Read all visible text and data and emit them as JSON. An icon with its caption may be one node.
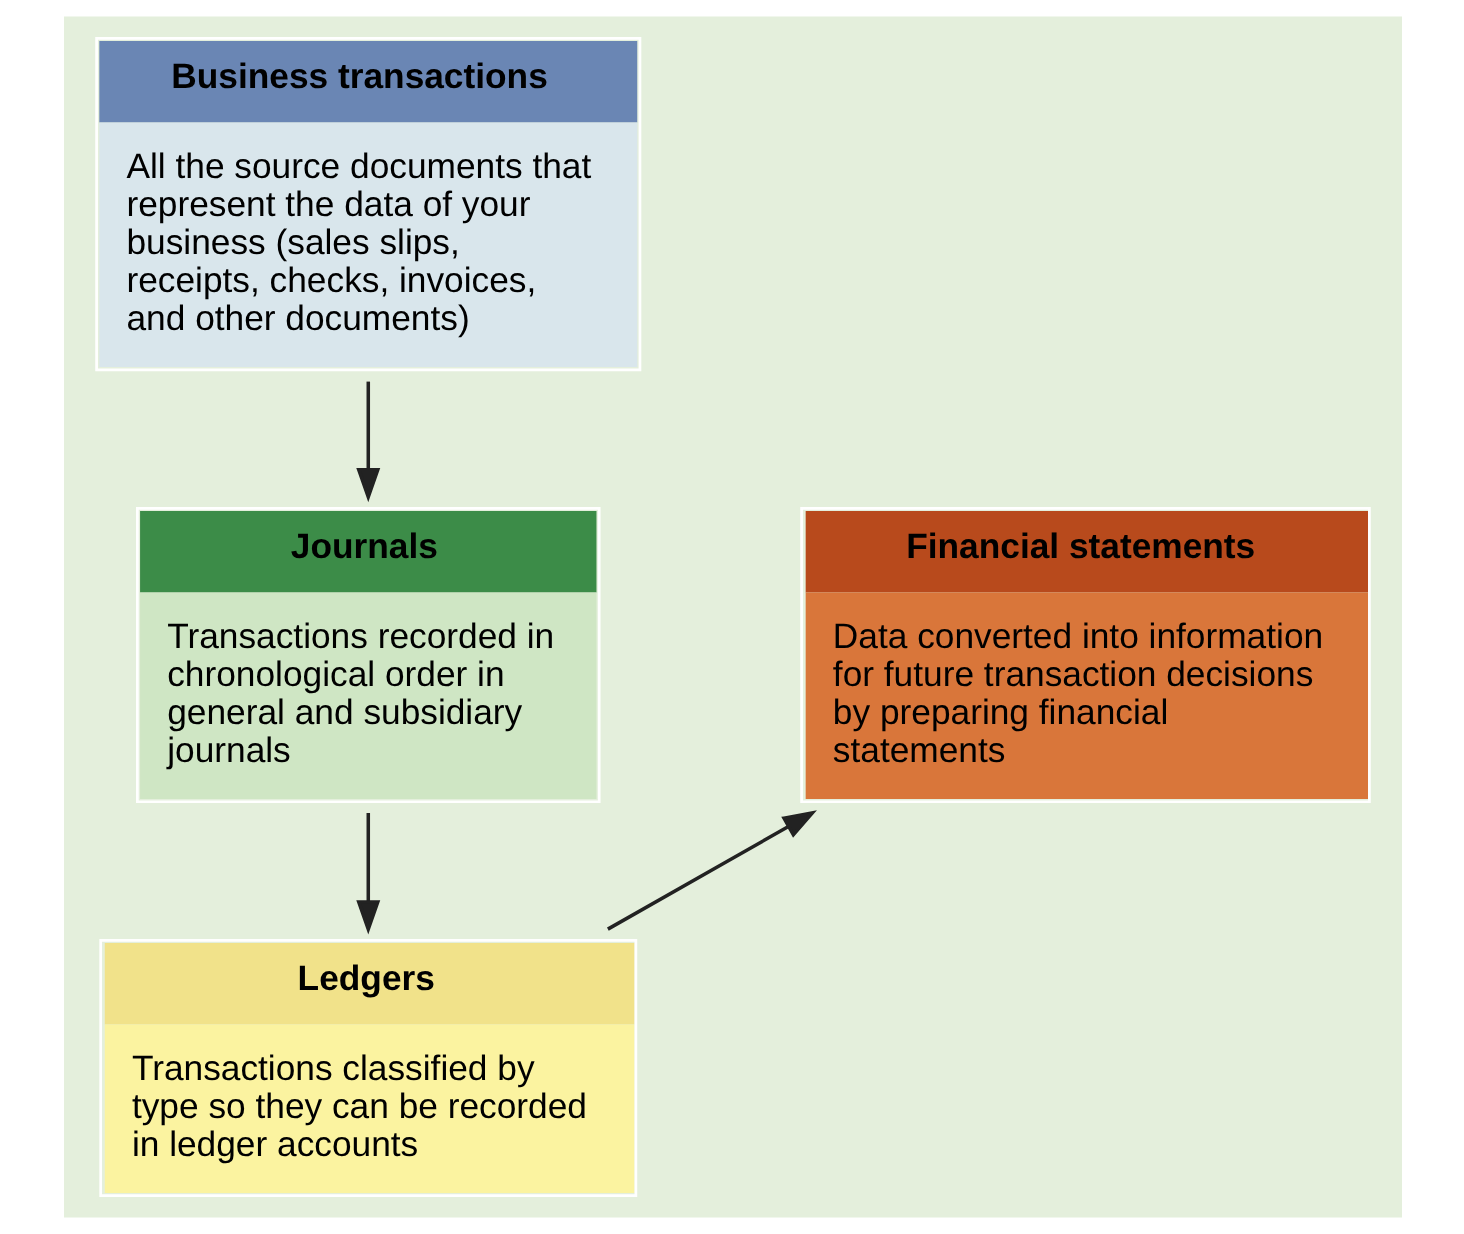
{
  "diagram": {
    "nodes": [
      {
        "text": [
          "Business transactions",
          "All the source documents that represent the data of your business (sales slips, receipts, checks, invoices, and other documents)"
        ]
      },
      {
        "text": [
          "Financial statements",
          "Data converted into information for future transaction decisions by preparing financial statements"
        ]
      },
      {
        "text": [
          "Journals",
          "Transactions recorded in chronological order in general and subsidiary journals"
        ]
      },
      {
        "text": [
          "Ledgers",
          "Transactions classified by type so they can be recorded in ledger accounts"
        ]
      }
    ],
    "edges": [
      {
        "from": 0,
        "to": 2,
        "arrow": "to"
      },
      {
        "from": 2,
        "to": 3,
        "arrow": "to"
      },
      {
        "from": 3,
        "to": 1,
        "arrow": "to"
      }
    ]
  }
}
